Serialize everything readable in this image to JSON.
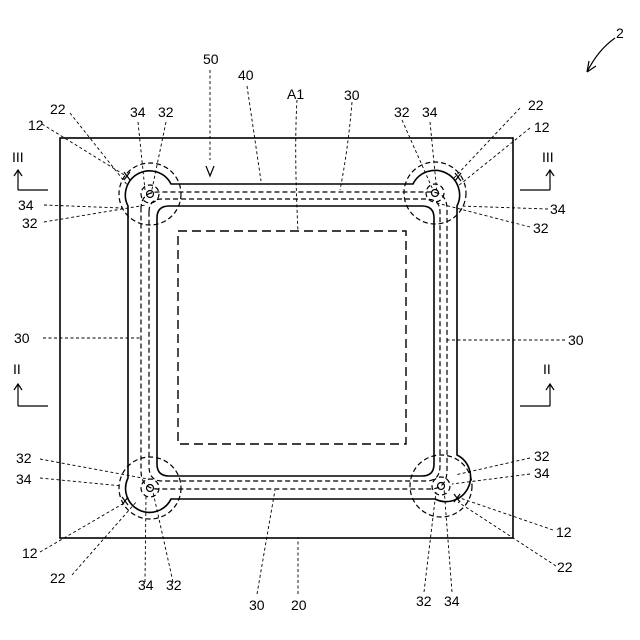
{
  "figure": {
    "number": "2",
    "labels": {
      "substrate": "20",
      "frame_outer": "50",
      "frame_inner": "40",
      "area": "A1",
      "wiring_top": "30",
      "wiring_left": "30",
      "wiring_right": "30",
      "wiring_bottom": "30",
      "corner_tl_12": "12",
      "corner_tl_22": "22",
      "corner_tl_34_top": "34",
      "corner_tl_32_top": "32",
      "corner_tl_34_side": "34",
      "corner_tl_32_side": "32",
      "corner_tr_32_top": "32",
      "corner_tr_34_top": "34",
      "corner_tr_22": "22",
      "corner_tr_12": "12",
      "corner_tr_34_side": "34",
      "corner_tr_32_side": "32",
      "corner_bl_32_side": "32",
      "corner_bl_34_side": "34",
      "corner_bl_12": "12",
      "corner_bl_22": "22",
      "corner_bl_34_bottom": "34",
      "corner_bl_32_bottom": "32",
      "corner_br_32_side": "32",
      "corner_br_34_side": "34",
      "corner_br_12": "12",
      "corner_br_22": "22",
      "corner_br_32_bottom": "32",
      "corner_br_34_bottom": "34"
    },
    "section_marks": {
      "iii_left": "III",
      "iii_right": "III",
      "ii_left": "II",
      "ii_right": "II"
    }
  }
}
